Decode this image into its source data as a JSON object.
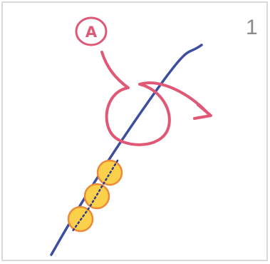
{
  "diagram": {
    "step_number": "1",
    "label_a": "A",
    "bead_count": 3
  },
  "colors": {
    "border": "#d9d9d9",
    "thread_blue": "#3d4da0",
    "string_pink": "#e05876",
    "bead_fill": "#fbd04a",
    "bead_outline": "#ec8a3a",
    "bead_dots": "#2f3a8f",
    "number": "#8a8a8a"
  }
}
